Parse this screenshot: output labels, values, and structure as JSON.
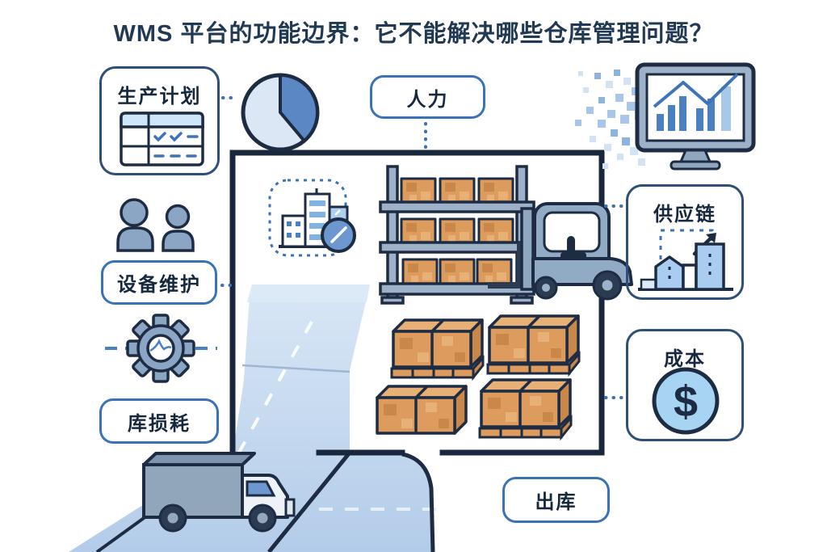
{
  "title": "WMS 平台的功能边界：它不能解决哪些仓库管理问题？",
  "cards": {
    "production_planning": {
      "label": "生产计划"
    },
    "manpower": {
      "label": "人力"
    },
    "equipment_maintenance": {
      "label": "设备维护"
    },
    "inventory_loss": {
      "label": "库损耗"
    },
    "supply_chain": {
      "label": "供应链"
    },
    "cost": {
      "label": "成本",
      "currency_symbol": "$"
    },
    "outbound": {
      "label": "出库"
    }
  },
  "icons": [
    "schedule-table-icon",
    "pie-chart-icon",
    "workers-icon",
    "gear-icon",
    "factory-clock-icon",
    "shelf-rack-icon",
    "forklift-icon",
    "pallet-boxes-icon",
    "truck-icon",
    "road",
    "warehouse-outline",
    "monitor-chart-icon",
    "pixel-mosaic-icon",
    "supply-chain-growth-icon",
    "dollar-coin-icon"
  ],
  "colors": {
    "title_color": "#223954",
    "card_border": "#2d4f79",
    "pill_border": "#3a72b8",
    "label_text": "#16283e",
    "navy_outline": "#1d2c42",
    "accent_blue": "#4a7fc1",
    "steel_blue": "#8fa8c0",
    "box_orange": "#dd9c5e",
    "road_blue": "#bfd4ec",
    "coin_fill": "#a6d4f2"
  }
}
